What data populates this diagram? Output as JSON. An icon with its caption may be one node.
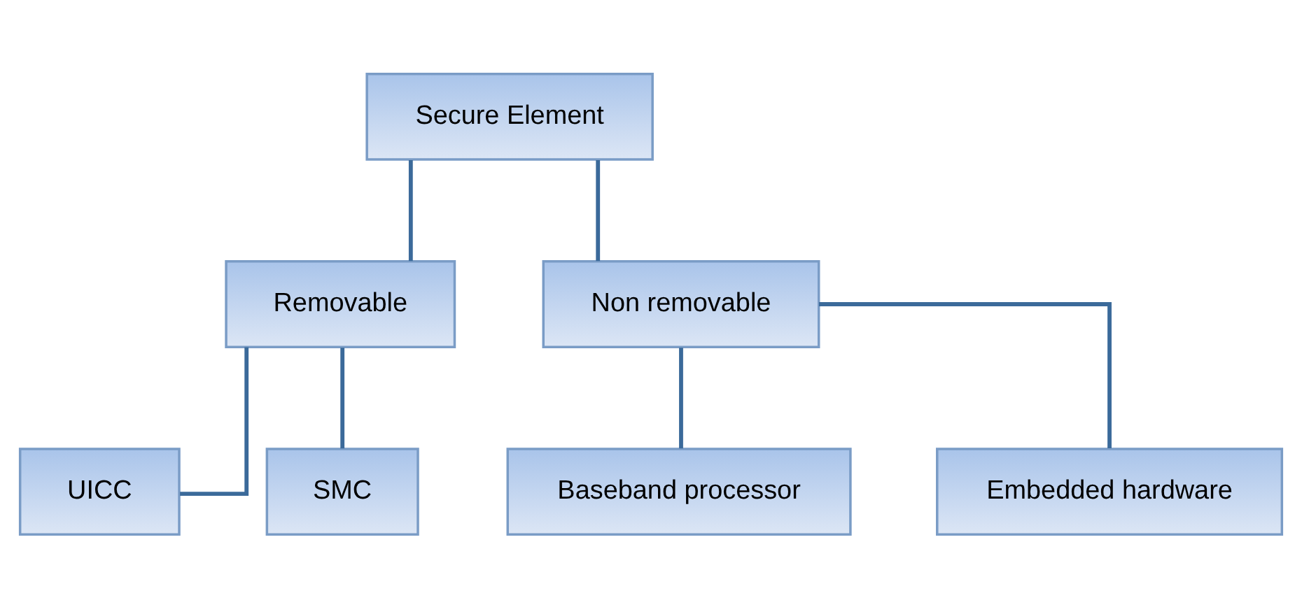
{
  "diagram": {
    "nodes": [
      {
        "text": [
          "Secure Element"
        ]
      },
      {
        "text": [
          "Removable"
        ]
      },
      {
        "text": [
          "Non removable"
        ]
      },
      {
        "text": [
          "UICC"
        ]
      },
      {
        "text": [
          "SMC"
        ]
      },
      {
        "text": [
          "Baseband processor"
        ]
      },
      {
        "text": [
          "Embedded hardware"
        ]
      }
    ],
    "edges": [
      {
        "from": 0,
        "to": 1,
        "arrow": "none"
      },
      {
        "from": 0,
        "to": 2,
        "arrow": "none"
      },
      {
        "from": 1,
        "to": 3,
        "arrow": "none"
      },
      {
        "from": 1,
        "to": 4,
        "arrow": "none"
      },
      {
        "from": 2,
        "to": 5,
        "arrow": "none"
      },
      {
        "from": 2,
        "to": 6,
        "arrow": "none"
      }
    ]
  }
}
